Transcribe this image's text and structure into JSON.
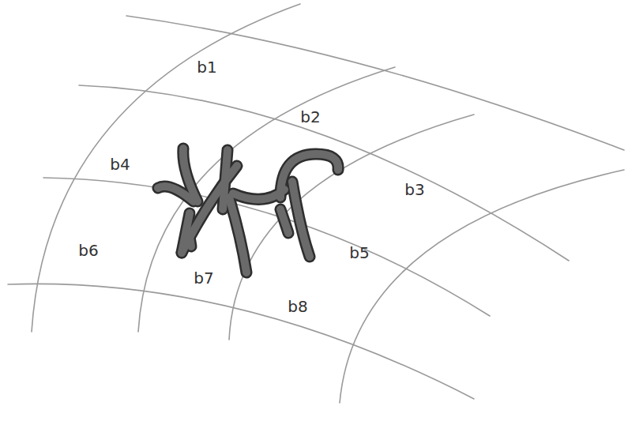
{
  "diagram": {
    "labels": [
      "b1",
      "b2",
      "b4",
      "b3",
      "b6",
      "b5",
      "b7",
      "b8"
    ]
  }
}
